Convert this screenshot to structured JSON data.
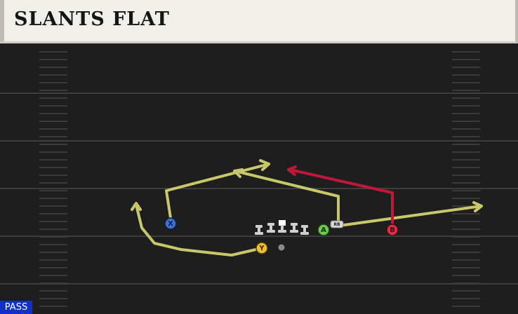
{
  "play": {
    "title": "SLANTS FLAT",
    "tag": "PASS"
  },
  "colors": {
    "field": "#1e1e1e",
    "route_primary": "#c8c86a",
    "route_read": "#c01838",
    "player_x": "#3c72d8",
    "player_y": "#f0c030",
    "player_a": "#6cc850",
    "player_b": "#d83048",
    "tag_bg": "#1030c8"
  },
  "players": {
    "x": {
      "label": "X",
      "color_key": "player_x"
    },
    "y": {
      "label": "Y",
      "color_key": "player_y"
    },
    "a": {
      "label": "A",
      "color_key": "player_a"
    },
    "b": {
      "label": "B",
      "color_key": "player_b"
    },
    "rb": {
      "label": "RB"
    }
  }
}
